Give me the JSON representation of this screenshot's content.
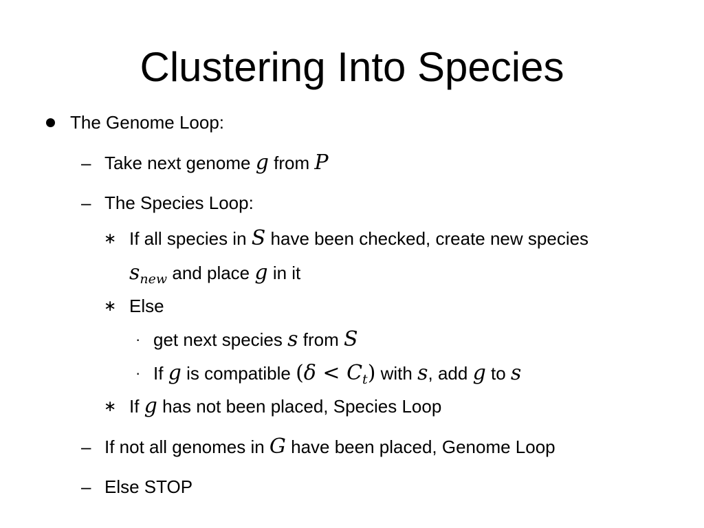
{
  "slide": {
    "title": "Clustering Into Species",
    "l1": {
      "text": "The Genome Loop:"
    },
    "l2": {
      "a": "Take next genome ",
      "g": "g",
      "b": " from ",
      "P": "P"
    },
    "l3": {
      "text": "The Species Loop:"
    },
    "l4": {
      "a": "If all species in ",
      "S": "S",
      "b": " have been checked, create new species"
    },
    "l5": {
      "s": "s",
      "sub": "new",
      "b": " and place ",
      "g": "g",
      "c": " in it"
    },
    "l6": {
      "text": "Else"
    },
    "l7": {
      "a": "get next species ",
      "s": "s",
      "b": " from ",
      "S": "S"
    },
    "l8": {
      "a": "If ",
      "g": "g",
      "b": " is compatible ",
      "open": "(",
      "delta": "δ",
      "lt": " < ",
      "C": "C",
      "t": "t",
      "close": ")",
      "c": " with ",
      "s": "s",
      "d": ", add ",
      "g2": "g",
      "e": " to ",
      "s2": "s"
    },
    "l9": {
      "a": "If ",
      "g": "g",
      "b": " has not been placed, Species Loop"
    },
    "l10": {
      "a": "If not all genomes in ",
      "G": "G",
      "b": " have been placed, Genome Loop"
    },
    "l11": {
      "text": "Else STOP"
    },
    "markers": {
      "dash": "–",
      "star": "∗",
      "middot": "·"
    }
  }
}
